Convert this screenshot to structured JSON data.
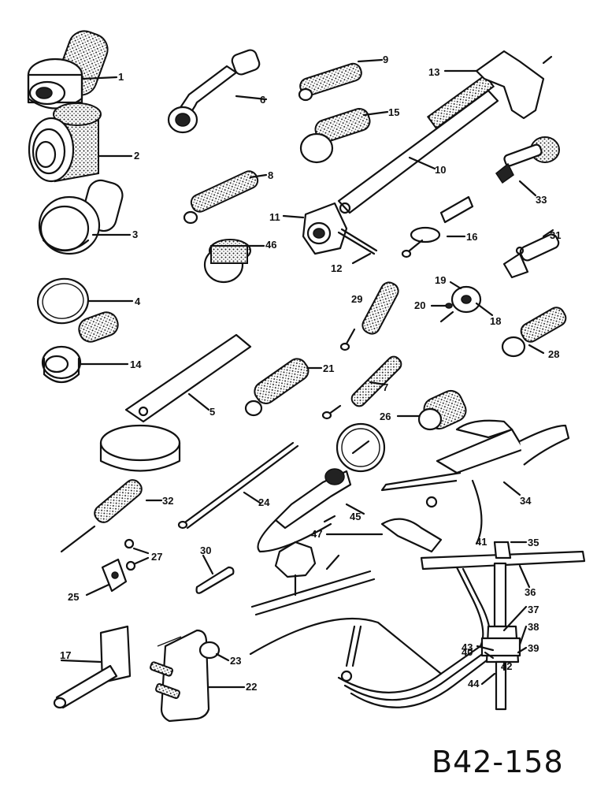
{
  "diagram": {
    "drawing_code": "B42-158",
    "part_labels": [
      "1",
      "2",
      "3",
      "4",
      "5",
      "6",
      "7",
      "8",
      "9",
      "10",
      "11",
      "12",
      "13",
      "14",
      "15",
      "16",
      "17",
      "18",
      "19",
      "20",
      "21",
      "22",
      "23",
      "24",
      "25",
      "26",
      "27",
      "28",
      "29",
      "30",
      "31",
      "32",
      "33",
      "34",
      "35",
      "36",
      "37",
      "38",
      "39",
      "40",
      "41",
      "42",
      "43",
      "44",
      "45",
      "46",
      "47"
    ],
    "line_color": "#111111",
    "background": "#ffffff"
  }
}
